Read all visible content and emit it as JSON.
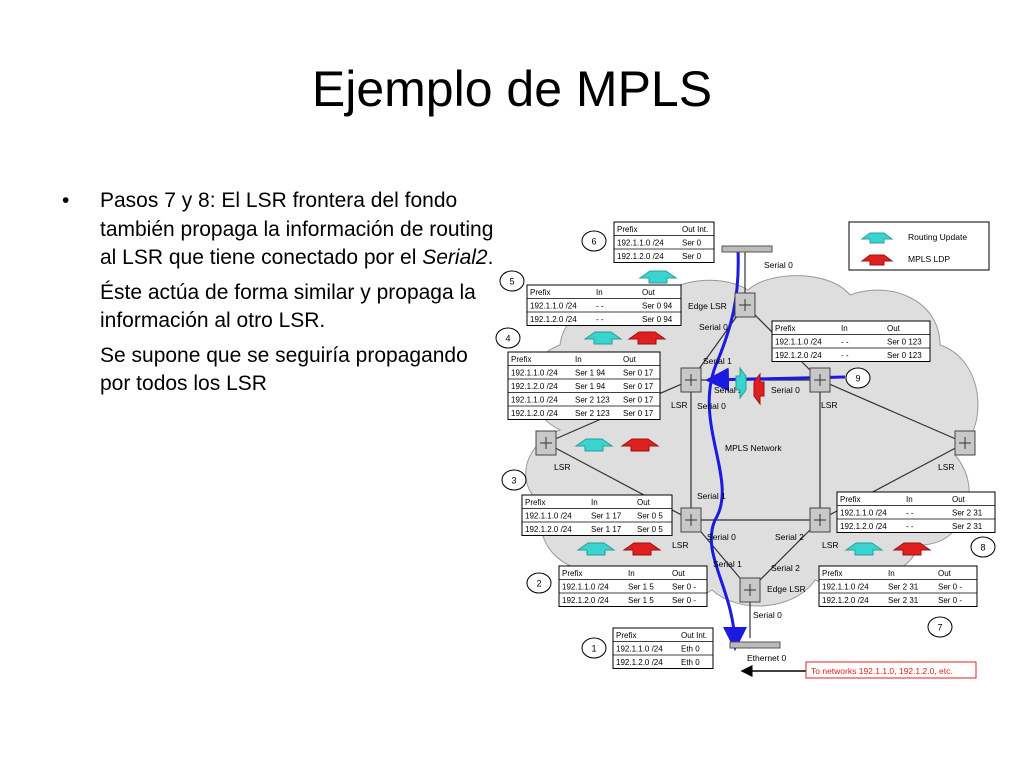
{
  "title": "Ejemplo de MPLS",
  "bullet": {
    "symbol": "•",
    "p1_prefix": "Pasos 7 y 8: El LSR frontera del fondo también propaga la información de routing al LSR que tiene conectado por el ",
    "p1_italic": "Serial2",
    "p1_suffix": ".",
    "p2": "Éste actúa de forma similar y propaga la información al otro LSR.",
    "p3": "Se supone que se seguiría propagando por todos los LSR"
  },
  "legend": {
    "routing_update": "Routing Update",
    "mpls_ldp": "MPLS LDP"
  },
  "colors": {
    "routing_update": "#3ad4d0",
    "mpls_ldp": "#e02020",
    "path": "#1a1ae0",
    "cloud": "#dedede"
  },
  "steps": [
    "1",
    "2",
    "3",
    "4",
    "5",
    "6",
    "7",
    "8",
    "9"
  ],
  "nodes": {
    "edge_top": "Edge LSR",
    "edge_bottom": "Edge LSR",
    "lsr": "LSR",
    "network": "MPLS Network"
  },
  "ports": {
    "serial0": "Serial 0",
    "serial1": "Serial 1",
    "serial2": "Serial 2",
    "ethernet0": "Ethernet  0"
  },
  "destination_note": "To networks 192.1.1.0, 192.1.2.0, etc.",
  "tables": {
    "t1": {
      "headers": [
        "Prefix",
        "Out Int."
      ],
      "rows": [
        [
          "192.1.1.0 /24",
          "Eth 0"
        ],
        [
          "192.1.2.0 /24",
          "Eth 0"
        ]
      ]
    },
    "t2": {
      "headers": [
        "Prefix",
        "In",
        "Out"
      ],
      "rows": [
        [
          "192.1.1.0 /24",
          "Ser 1  5",
          "Ser 0  -"
        ],
        [
          "192.1.2.0 /24",
          "Ser 1  5",
          "Ser 0  -"
        ]
      ]
    },
    "t3": {
      "headers": [
        "Prefix",
        "In",
        "Out"
      ],
      "rows": [
        [
          "192.1.1.0 /24",
          "Ser 1  17",
          "Ser 0  5"
        ],
        [
          "192.1.2.0 /24",
          "Ser 1  17",
          "Ser 0  5"
        ]
      ]
    },
    "t4": {
      "headers": [
        "Prefix",
        "In",
        "Out"
      ],
      "rows": [
        [
          "192.1.1.0 /24",
          "Ser 1  94",
          "Ser 0  17"
        ],
        [
          "192.1.2.0 /24",
          "Ser 1  94",
          "Ser 0  17"
        ],
        [
          "192.1.1.0 /24",
          "Ser 2 123",
          "Ser 0  17"
        ],
        [
          "192.1.2.0 /24",
          "Ser 2 123",
          "Ser 0  17"
        ]
      ]
    },
    "t5": {
      "headers": [
        "Prefix",
        "In",
        "Out"
      ],
      "rows": [
        [
          "192.1.1.0 /24",
          "-     -",
          "Ser 0  94"
        ],
        [
          "192.1.2.0 /24",
          "-     -",
          "Ser 0  94"
        ]
      ]
    },
    "t6": {
      "headers": [
        "Prefix",
        "Out Int."
      ],
      "rows": [
        [
          "192.1.1.0 /24",
          "Ser 0"
        ],
        [
          "192.1.2.0 /24",
          "Ser 0"
        ]
      ]
    },
    "t7": {
      "headers": [
        "Prefix",
        "In",
        "Out"
      ],
      "rows": [
        [
          "192.1.1.0 /24",
          "Ser 2  31",
          "Ser 0  -"
        ],
        [
          "192.1.2.0 /24",
          "Ser 2  31",
          "Ser 0  -"
        ]
      ]
    },
    "t8": {
      "headers": [
        "Prefix",
        "In",
        "Out"
      ],
      "rows": [
        [
          "192.1.1.0 /24",
          "-     -",
          "Ser 2  31"
        ],
        [
          "192.1.2.0 /24",
          "-     -",
          "Ser 2  31"
        ]
      ]
    },
    "t9": {
      "headers": [
        "Prefix",
        "In",
        "Out"
      ],
      "rows": [
        [
          "192.1.1.0 /24",
          "-     -",
          "Ser 0  123"
        ],
        [
          "192.1.2.0 /24",
          "-     -",
          "Ser 0  123"
        ]
      ]
    }
  }
}
